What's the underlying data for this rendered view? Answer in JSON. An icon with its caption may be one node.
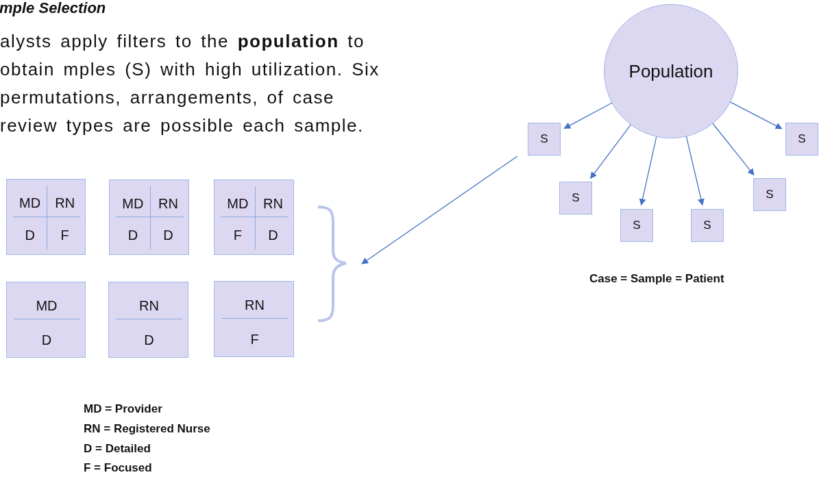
{
  "diagram": {
    "title": "mple Selection",
    "nodes": [
      {
        "text": [
          "Population"
        ]
      },
      {
        "text": [
          "S"
        ]
      },
      {
        "text": [
          "S"
        ]
      },
      {
        "text": [
          "S"
        ]
      },
      {
        "text": [
          "S"
        ]
      },
      {
        "text": [
          "S"
        ]
      },
      {
        "text": [
          "S"
        ]
      },
      {
        "text": [],
        "shape": "brace"
      },
      {
        "text": [
          "MD",
          "RN",
          "D",
          "F"
        ]
      },
      {
        "text": [
          "MD",
          "RN",
          "D",
          "D"
        ]
      },
      {
        "text": [
          "MD",
          "RN",
          "F",
          "D"
        ]
      },
      {
        "text": [
          "MD",
          "D"
        ]
      },
      {
        "text": [
          "RN",
          "D"
        ]
      },
      {
        "text": [
          "RN",
          "F"
        ]
      }
    ],
    "edges": [
      {
        "from": 0,
        "to": 1,
        "arrow": "to"
      },
      {
        "from": 0,
        "to": 2,
        "arrow": "to"
      },
      {
        "from": 0,
        "to": 3,
        "arrow": "to"
      },
      {
        "from": 0,
        "to": 4,
        "arrow": "to"
      },
      {
        "from": 0,
        "to": 5,
        "arrow": "to"
      },
      {
        "from": 0,
        "to": 6,
        "arrow": "to"
      },
      {
        "from": 1,
        "to": 7,
        "arrow": "to"
      }
    ],
    "labels": [
      "alysts apply filters to the **population** to obtain mples (S) with high utilization. Six permutations, arrangements, of case review types are possible each sample.",
      "Case = Sample = Patient",
      "MD = Provider",
      "RN = Registered Nurse",
      "D = Detailed",
      "F = Focused"
    ]
  }
}
